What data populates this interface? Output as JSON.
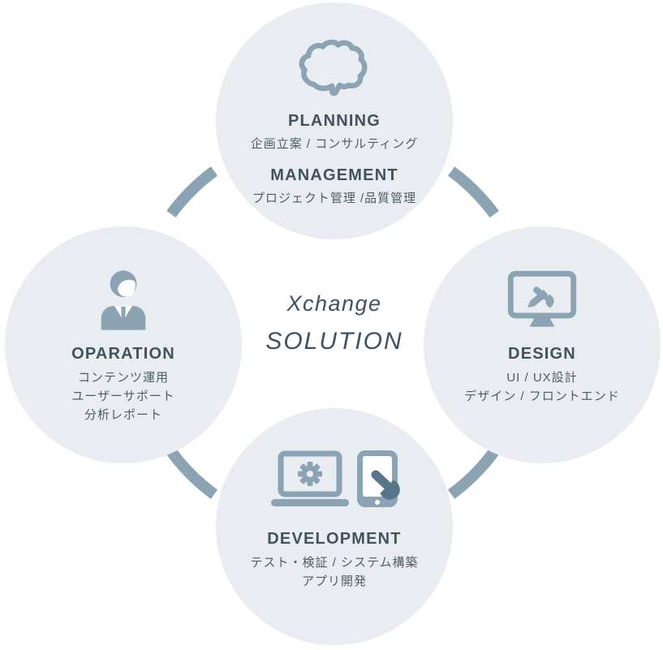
{
  "diagram": {
    "center": {
      "line1": "Xchange",
      "line2": "SOLUTION"
    },
    "nodes": {
      "top": {
        "icon": "brain-icon",
        "title1": "PLANNING",
        "sub1": "企画立案 / コンサルティング",
        "title2": "MANAGEMENT",
        "sub2": "プロジェクト管理 /品質管理"
      },
      "right": {
        "icon": "design-monitor-icon",
        "title": "DESIGN",
        "lines": [
          "UI / UX設計",
          "デザイン / フロントエンド"
        ]
      },
      "bottom": {
        "icon": "laptop-tablet-icon",
        "title": "DEVELOPMENT",
        "lines": [
          "テスト・検証 / システム構築",
          "アプリ開発"
        ]
      },
      "left": {
        "icon": "person-icon",
        "title": "OPARATION",
        "lines": [
          "コンテンツ運用",
          "ユーザーサポート",
          "分析レポート"
        ]
      }
    },
    "colors": {
      "background": "#ffffff",
      "circle_fill": "#e9edf1",
      "accent": "#8ba3b2",
      "accent_dark": "#587689",
      "heading": "#42525e",
      "subtext": "#4d5d68",
      "center_text": "#3d5363"
    }
  }
}
